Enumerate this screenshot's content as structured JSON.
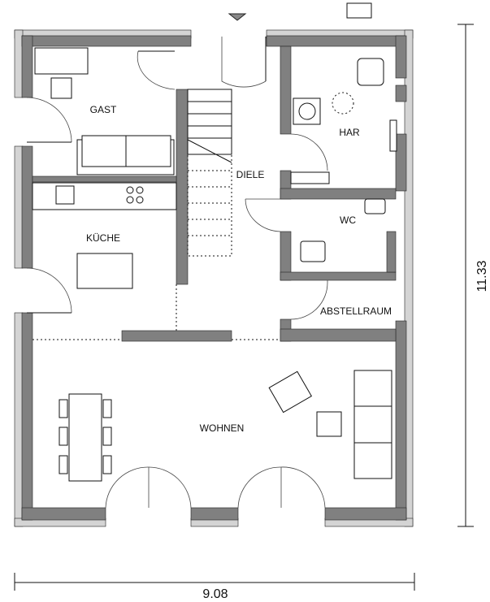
{
  "plan": {
    "rooms": {
      "gast": "GAST",
      "kueche": "KÜCHE",
      "diele": "DIELE",
      "har": "HAR",
      "wc": "WC",
      "abstellraum": "ABSTELLRAUM",
      "wohnen": "WOHNEN"
    },
    "dimensions": {
      "width": "9.08",
      "depth": "11.33"
    }
  },
  "colors": {
    "wall": "#808080",
    "outer_wall": "#d4d4d4"
  }
}
